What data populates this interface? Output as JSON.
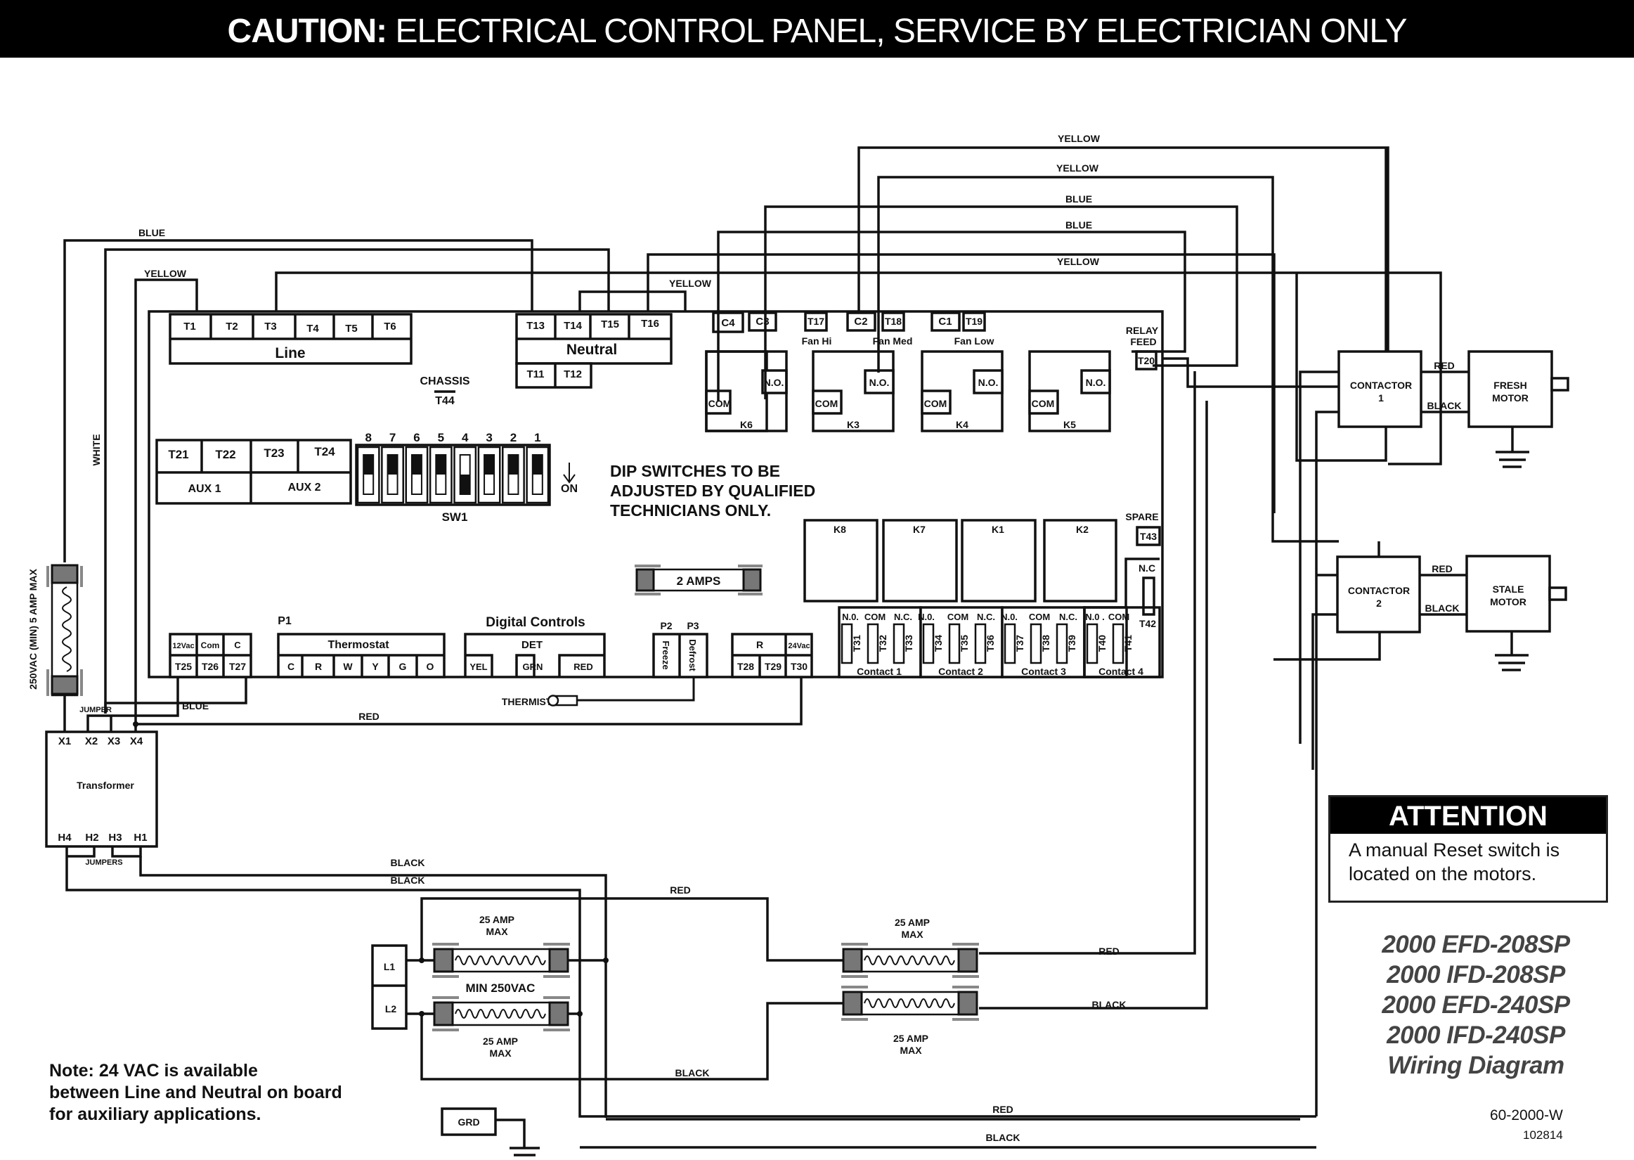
{
  "banner": {
    "prefix": "CAUTION:",
    "text": " ELECTRICAL CONTROL PANEL, SERVICE BY ELECTRICIAN ONLY"
  },
  "board": {
    "line_terminals": [
      "T1",
      "T2",
      "T3",
      "T4",
      "T5",
      "T6"
    ],
    "line_label": "Line",
    "neutral_terminals": [
      "T13",
      "T14",
      "T15",
      "T16"
    ],
    "neutral_label": "Neutral",
    "neutral_sub_terminals": [
      "T11",
      "T12"
    ],
    "chassis_label": "CHASSIS",
    "chassis_terminal": "T44",
    "aux_terminals": [
      "T21",
      "T22",
      "T23",
      "T24"
    ],
    "aux_labels": [
      "AUX 1",
      "AUX 2"
    ],
    "dip_numbers": [
      "8",
      "7",
      "6",
      "5",
      "4",
      "3",
      "2",
      "1"
    ],
    "dip_states_on": [
      false,
      false,
      false,
      false,
      true,
      false,
      false,
      false
    ],
    "dip_label": "SW1",
    "dip_on_label": "ON",
    "dip_note": [
      "DIP SWITCHES TO BE",
      "ADJUSTED BY QUALIFIED",
      "TECHNICIANS ONLY."
    ],
    "fuse_label": "2 AMPS",
    "relay_feed_label": [
      "RELAY",
      "FEED"
    ],
    "relay_feed_terminal": "T20",
    "top_terminals": [
      "C4",
      "C3",
      "T17",
      "C2",
      "T18",
      "C1",
      "T19"
    ],
    "fan_labels": [
      "Fan Hi",
      "Fan Med",
      "Fan Low"
    ],
    "relays": [
      {
        "name": "K6",
        "com": "COM",
        "no": "N.O."
      },
      {
        "name": "K3",
        "com": "COM",
        "no": "N.O."
      },
      {
        "name": "K4",
        "com": "COM",
        "no": "N.O."
      },
      {
        "name": "K5",
        "com": "COM",
        "no": "N.O."
      }
    ],
    "big_relays": [
      "K8",
      "K7",
      "K1",
      "K2"
    ],
    "spare_label": "SPARE",
    "spare_terminal": "T43",
    "nc_label": "N.C",
    "nc_terminal": "T42",
    "contacts": [
      {
        "label": "Contact 1",
        "headers": [
          "N.0.",
          "COM",
          "N.C."
        ],
        "terminals": [
          "T31",
          "T32",
          "T33"
        ]
      },
      {
        "label": "Contact 2",
        "headers": [
          "N.0.",
          "COM",
          "N.C."
        ],
        "terminals": [
          "T34",
          "T35",
          "T36"
        ]
      },
      {
        "label": "Contact 3",
        "headers": [
          "N.0.",
          "COM",
          "N.C."
        ],
        "terminals": [
          "T37",
          "T38",
          "T39"
        ]
      },
      {
        "label": "Contact 4",
        "headers": [
          "N.0 .",
          "COM"
        ],
        "terminals": [
          "T40",
          "T41"
        ]
      }
    ],
    "p1_label": "P1",
    "power_headers": [
      "12Vac",
      "Com",
      "C"
    ],
    "power_terminals": [
      "T25",
      "T26",
      "T27"
    ],
    "thermostat_label": "Thermostat",
    "thermostat_terminals": [
      "C",
      "R",
      "W",
      "Y",
      "G",
      "O"
    ],
    "digital_controls_label": "Digital Controls",
    "det_label": "DET",
    "det_terminals": [
      "YEL",
      "GRN",
      "RED"
    ],
    "p2_label": "P2",
    "p3_label": "P3",
    "freeze_label": "Freeze",
    "defrost_label": "Defrost",
    "r_label": "R",
    "vac24_label": "24Vac",
    "r_terminals": [
      "T28",
      "T29",
      "T30"
    ],
    "thermistor_label": "THERMISTOR"
  },
  "wires": {
    "blue_top": "BLUE",
    "yellow_left": "YELLOW",
    "yellow_mid": "YELLOW",
    "white": "WHITE",
    "yellow_1": "YELLOW",
    "yellow_2": "YELLOW",
    "blue_1": "BLUE",
    "blue_2": "BLUE",
    "yellow_3": "YELLOW",
    "blue_low": "BLUE",
    "red_low": "RED",
    "black_1": "BLACK",
    "black_2": "BLACK",
    "red_fuse": "RED",
    "red_out": "RED",
    "black_out": "BLACK",
    "black_bottom": "BLACK",
    "red_bottom": "RED",
    "black_very_bottom": "BLACK",
    "c1_red": "RED",
    "c1_black": "BLACK",
    "c2_red": "RED",
    "c2_black": "BLACK"
  },
  "transformer": {
    "label": "Transformer",
    "secondary": [
      "X1",
      "X2",
      "X3",
      "X4"
    ],
    "primary": [
      "H4",
      "H2",
      "H3",
      "H1"
    ],
    "jumper_label": "JUMPER",
    "jumpers_label": "JUMPERS",
    "fuse_rating": "250VAC (MIN) 5 AMP MAX"
  },
  "power_input": {
    "l1": "L1",
    "l2": "L2",
    "grd": "GRD",
    "fuse_top_rating": [
      "25 AMP",
      "MAX"
    ],
    "fuse_mid_label": "MIN 250VAC",
    "fuse_bottom_rating": [
      "25 AMP",
      "MAX"
    ],
    "fuse_r_top_rating": [
      "25 AMP",
      "MAX"
    ],
    "fuse_r_bottom_rating": [
      "25 AMP",
      "MAX"
    ]
  },
  "contactors": [
    {
      "label": [
        "CONTACTOR",
        "1"
      ],
      "motor": [
        "FRESH",
        "MOTOR"
      ]
    },
    {
      "label": [
        "CONTACTOR",
        "2"
      ],
      "motor": [
        "STALE",
        "MOTOR"
      ]
    }
  ],
  "attention": {
    "title": "ATTENTION",
    "body": [
      "A manual Reset switch is",
      "located on the motors."
    ]
  },
  "models": [
    "2000 EFD-208SP",
    "2000 IFD-208SP",
    "2000 EFD-240SP",
    "2000 IFD-240SP",
    "Wiring Diagram"
  ],
  "doc_number": "60-2000-W",
  "doc_date": "102814",
  "note": [
    "Note: 24 VAC is available",
    "between Line and Neutral on board",
    "for auxiliary applications."
  ]
}
